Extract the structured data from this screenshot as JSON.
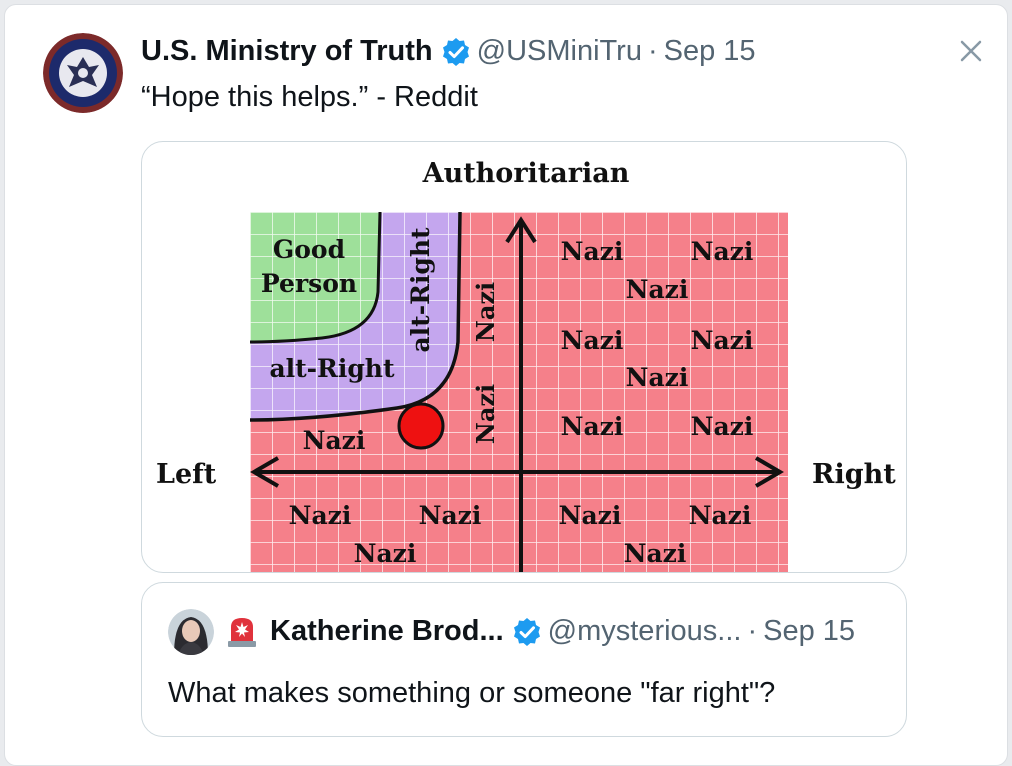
{
  "tweet": {
    "display_name": "U.S. Ministry of Truth",
    "handle": "@USMiniTru",
    "separator": "·",
    "date": "Sep 15",
    "text": "“Hope this helps.” - Reddit",
    "verified_icon": "verified-badge-icon",
    "close_icon": "close-icon"
  },
  "media": {
    "top_label": "Authoritarian",
    "left_label": "Left",
    "right_label": "Right",
    "good_person": [
      "Good",
      "Person"
    ],
    "alt_right": "alt-Right",
    "nazi": "Nazi",
    "colors": {
      "green": "#9ee09a",
      "purple": "#c4a6ee",
      "red": "#f5808a",
      "grid": "#ffffff",
      "dot": "#ee1111"
    }
  },
  "quote": {
    "display_name": "Katherine Brod...",
    "handle": "@mysterious...",
    "separator": "·",
    "date": "Sep 15",
    "text": "What makes something or someone \"far right\"?",
    "siren_icon": "siren-emoji-icon"
  },
  "colors": {
    "verified_blue": "#1d9bf0",
    "muted": "#536471"
  }
}
